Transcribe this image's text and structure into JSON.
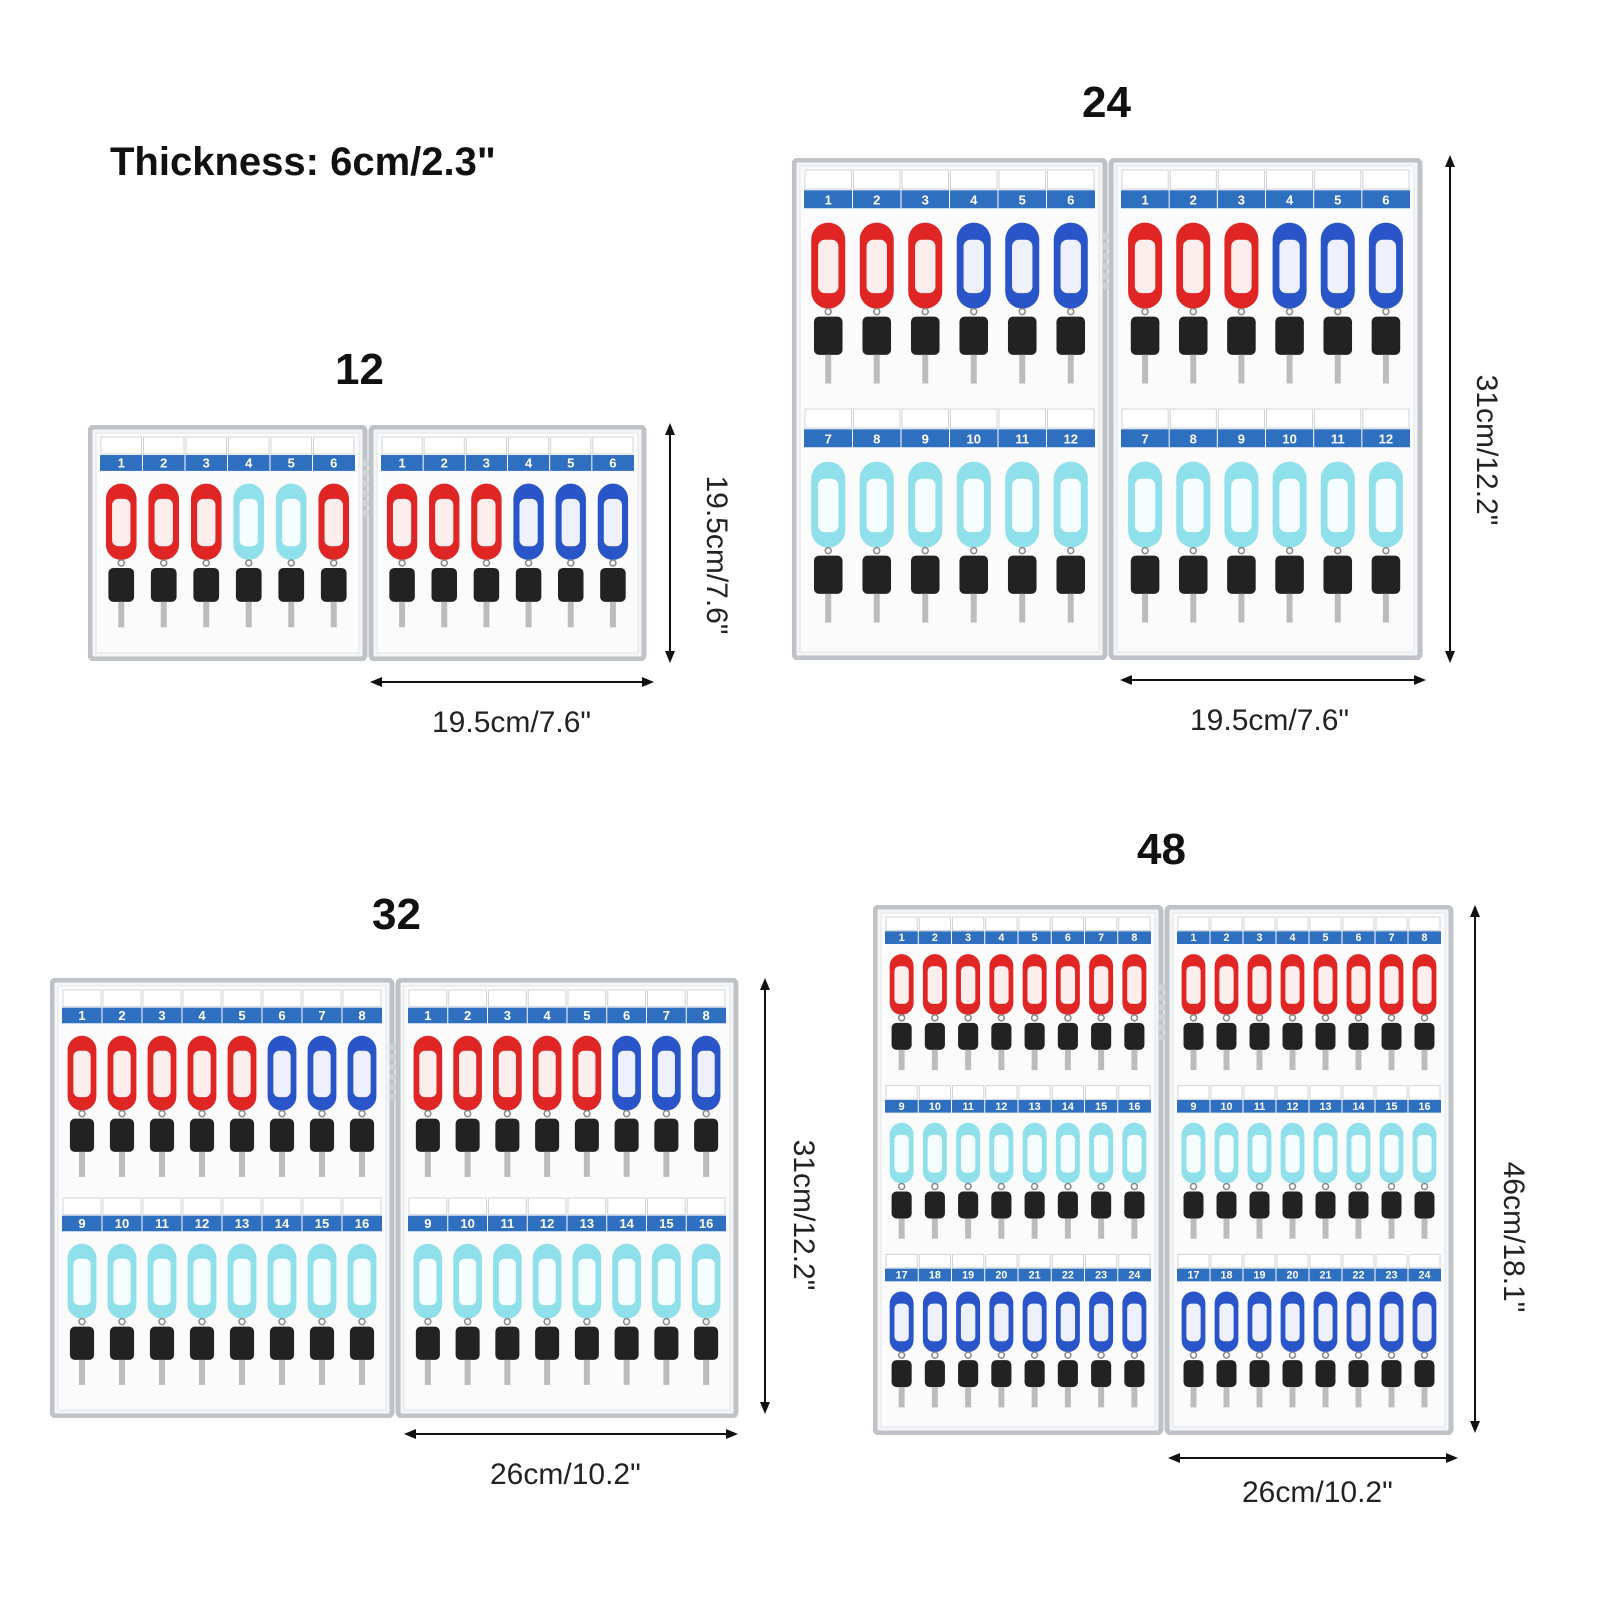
{
  "thickness_label": "Thickness: 6cm/2.3\"",
  "colors": {
    "red": "#e02525",
    "blue": "#2a55c8",
    "cyan": "#8fe0ea",
    "header_blue": "#2f6fc0",
    "frame": "#bfc3c7",
    "key": "#222222"
  },
  "icons": [
    "key-tag-icon",
    "key-icon",
    "arrow-icon"
  ],
  "models": [
    {
      "count_label": "12",
      "width_label": "19.5cm/7.6\"",
      "height_label": "19.5cm/7.6\"",
      "cols": 6,
      "rows": [
        {
          "numbers": [
            "1",
            "2",
            "3",
            "4",
            "5",
            "6"
          ],
          "tags_left": [
            "red",
            "red",
            "red",
            "cyan",
            "cyan",
            "red"
          ],
          "tags_right": [
            "red",
            "red",
            "red",
            "blue",
            "blue",
            "blue"
          ]
        }
      ]
    },
    {
      "count_label": "24",
      "width_label": "19.5cm/7.6\"",
      "height_label": "31cm/12.2\"",
      "cols": 6,
      "rows": [
        {
          "numbers": [
            "1",
            "2",
            "3",
            "4",
            "5",
            "6"
          ],
          "tags_left": [
            "red",
            "red",
            "red",
            "blue",
            "blue",
            "blue"
          ],
          "tags_right": [
            "red",
            "red",
            "red",
            "blue",
            "blue",
            "blue"
          ]
        },
        {
          "numbers": [
            "7",
            "8",
            "9",
            "10",
            "11",
            "12"
          ],
          "tags_left": [
            "cyan",
            "cyan",
            "cyan",
            "cyan",
            "cyan",
            "cyan"
          ],
          "tags_right": [
            "cyan",
            "cyan",
            "cyan",
            "cyan",
            "cyan",
            "cyan"
          ]
        }
      ]
    },
    {
      "count_label": "32",
      "width_label": "26cm/10.2\"",
      "height_label": "31cm/12.2\"",
      "cols": 8,
      "rows": [
        {
          "numbers": [
            "1",
            "2",
            "3",
            "4",
            "5",
            "6",
            "7",
            "8"
          ],
          "tags_left": [
            "red",
            "red",
            "red",
            "red",
            "red",
            "blue",
            "blue",
            "blue"
          ],
          "tags_right": [
            "red",
            "red",
            "red",
            "red",
            "red",
            "blue",
            "blue",
            "blue"
          ]
        },
        {
          "numbers": [
            "9",
            "10",
            "11",
            "12",
            "13",
            "14",
            "15",
            "16"
          ],
          "tags_left": [
            "cyan",
            "cyan",
            "cyan",
            "cyan",
            "cyan",
            "cyan",
            "cyan",
            "cyan"
          ],
          "tags_right": [
            "cyan",
            "cyan",
            "cyan",
            "cyan",
            "cyan",
            "cyan",
            "cyan",
            "cyan"
          ]
        }
      ]
    },
    {
      "count_label": "48",
      "width_label": "26cm/10.2\"",
      "height_label": "46cm/18.1\"",
      "cols": 8,
      "rows": [
        {
          "numbers": [
            "1",
            "2",
            "3",
            "4",
            "5",
            "6",
            "7",
            "8"
          ],
          "tags_left": [
            "red",
            "red",
            "red",
            "red",
            "red",
            "red",
            "red",
            "red"
          ],
          "tags_right": [
            "red",
            "red",
            "red",
            "red",
            "red",
            "red",
            "red",
            "red"
          ]
        },
        {
          "numbers": [
            "9",
            "10",
            "11",
            "12",
            "13",
            "14",
            "15",
            "16"
          ],
          "tags_left": [
            "cyan",
            "cyan",
            "cyan",
            "cyan",
            "cyan",
            "cyan",
            "cyan",
            "cyan"
          ],
          "tags_right": [
            "cyan",
            "cyan",
            "cyan",
            "cyan",
            "cyan",
            "cyan",
            "cyan",
            "cyan"
          ]
        },
        {
          "numbers": [
            "17",
            "18",
            "19",
            "20",
            "21",
            "22",
            "23",
            "24"
          ],
          "tags_left": [
            "blue",
            "blue",
            "blue",
            "blue",
            "blue",
            "blue",
            "blue",
            "blue"
          ],
          "tags_right": [
            "blue",
            "blue",
            "blue",
            "blue",
            "blue",
            "blue",
            "blue",
            "blue"
          ]
        }
      ]
    }
  ]
}
